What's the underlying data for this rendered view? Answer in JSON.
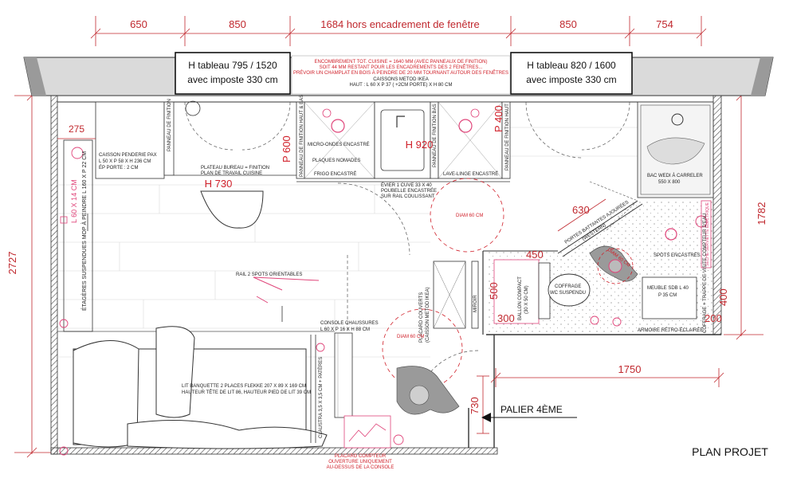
{
  "title": "PLAN PROJET",
  "top_dimensions": [
    "650",
    "850",
    "1684 hors encadrement de fenêtre",
    "850",
    "754"
  ],
  "side_dimensions": {
    "left": "2727",
    "right": "1782",
    "bottom_right": "1750",
    "entry": "730"
  },
  "windows": [
    {
      "line1": "H tableau 795 / 1520",
      "line2": "avec imposte 330 cm"
    },
    {
      "line1": "H tableau 820 / 1600",
      "line2": "avec imposte 330 cm"
    }
  ],
  "kitchen_note": [
    "ENCOMBREMENT TOT. CUISINE = 1640 MM (AVEC PANNEAUX DE FINITION)",
    "SOIT 44 MM RESTANT POUR LES ENCADREMENTS DES 2 FENÊTRES...",
    "PRÉVOIR UN CHAMPLAT EN BOIS À PEINDRE DE 20 MM TOURNANT AUTOUR DES FENÊTRES"
  ],
  "caissons_note": [
    "CAISSONS METOD IKEA",
    "HAUT : L 60 X P 37 ( +2CM PORTE) X H 80 CM"
  ],
  "heights": {
    "h920": "H 920",
    "h730": "H 730",
    "p600": "P 600",
    "p400": "P 400"
  },
  "small_dims": {
    "d630": "630",
    "d450": "450",
    "d500": "500",
    "d300": "300",
    "d400": "400",
    "d200": "200",
    "d275": "275"
  },
  "labels": {
    "micro": "MICRO-ONDES ENCASTRÉ",
    "plaques": "PLAQUES NOMADES",
    "frigo": "FRIGO ENCASTRÉ",
    "lavelinge": "LAVE-LINGE ENCASTRÉ",
    "evier": [
      "ÉVIER 1 CUVE 33 X 40",
      "POUBELLE ENCASTRÉE",
      "SUR RAIL COULISSANT"
    ],
    "penderie": [
      "CAISSON PENDERIE PAX",
      "L 50 X P 58 X H 236 CM",
      "ÉP PORTE : 2 CM"
    ],
    "panneau": "PANNEAU DE FINITION",
    "panneau_haut": "PANNEAU DE FINITION HAUT & BAS",
    "panneau_bas": "PANNEAU DE FINITION BAS",
    "panneau_haut_right": "PANNEAU DE FINITION HAUT",
    "plateau": [
      "PLATEAU BUREAU = FINITION",
      "PLAN DE TRAVAIL CUISINE"
    ],
    "etageres": "ÉTAGÈRES SUSPENDUES MOP À PEINDRE L 160 X P 22 CM",
    "dim_60x14": "L 60 X 14 CM",
    "rail": "RAIL 2 SPOTS ORIENTABLES",
    "console": [
      "CONSOLE CHAUSSURES",
      "L 60 X P 16 X H 88 CM"
    ],
    "lit": [
      "LIT BANQUETTE 2 PLACES FLEKKE 207 X 89 X 169 CM",
      "HAUTEUR TÊTE DE LIT 86, HAUTEUR PIED DE LIT 39 CM"
    ],
    "claustra": "CLAUSTRA 3,5 X 3,5 CM + PATÈRES",
    "placard_couverts": [
      "PLACARD COUVERTS",
      "(CAISSON METOD IKEA)"
    ],
    "miroir": "MIROIR",
    "ballon": [
      "BALLON COMPACT",
      "(30 X 50 CM)"
    ],
    "coffrage_wc": [
      "COFFRAGE",
      "WC SUSPENDU"
    ],
    "portes": [
      "PORTES BATTANTES AJOURÉES",
      "(WESTERN)"
    ],
    "spots": "SPOTS ENCASTRÉS",
    "meuble": [
      "MEUBLE SDB L 40",
      "P 35 CM"
    ],
    "bac": [
      "BAC WEDI À CARRELER",
      "550 X 800"
    ],
    "seche": "SÈCHE-SERVIETTE ÉLECTRIQUE",
    "coffrage_trappe": "COFFRAGE + TRAPPE DE VISITE COMPTEUR D'EAU",
    "armoire": "ARMOIRE RÉTRO-ÉCLAIRÉE",
    "diam1": "DIAM 60 CM",
    "diam2": "DIAM 60 CM",
    "diam3": "DIAM 60 CM",
    "palier": "PALIER 4ÈME",
    "placard_compteur": [
      "PLACARD COMPTEUR",
      "OUVERTURE UNIQUEMENT",
      "AU-DESSUS DE LA CONSOLE"
    ]
  },
  "colors": {
    "dimension": "#c0282e",
    "annotation": "#d0202a",
    "pink": "#e0457a",
    "wall": "#333333"
  }
}
